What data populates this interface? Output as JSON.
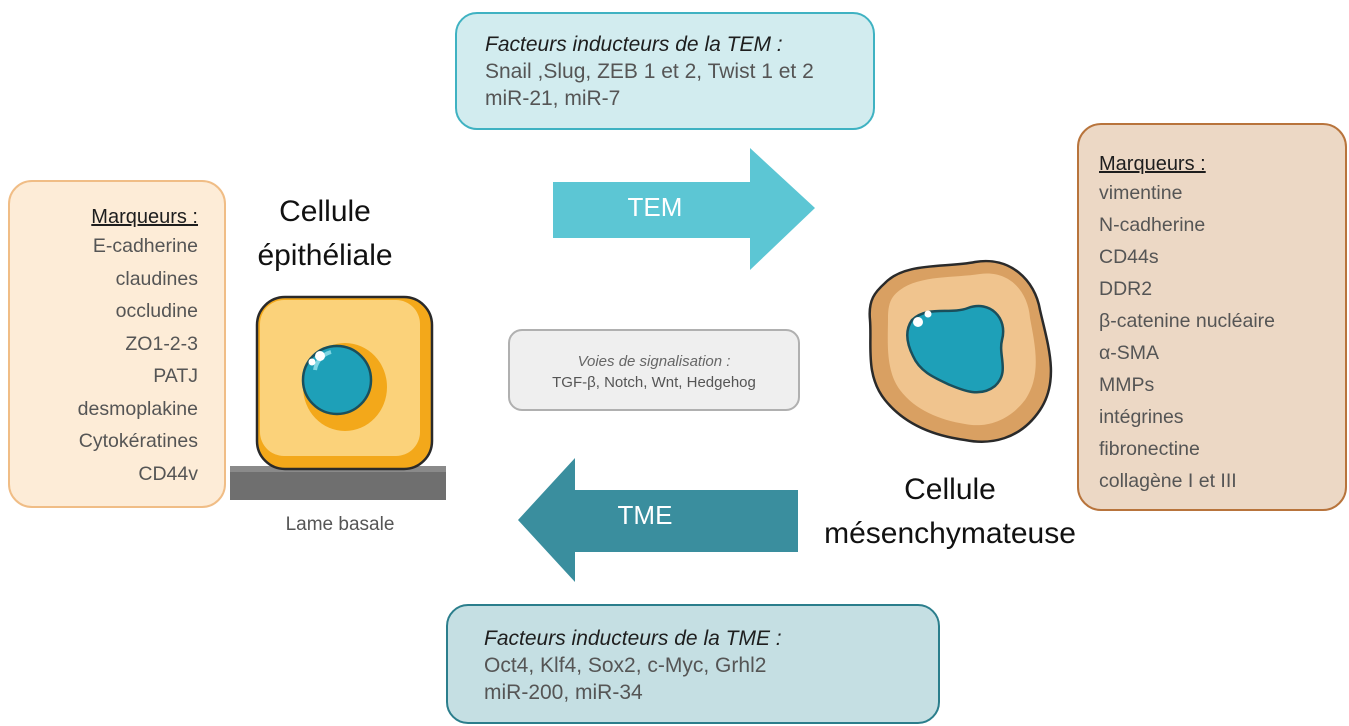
{
  "tem_factors": {
    "title": "Facteurs inducteurs de la TEM  :",
    "line1": "Snail ,Slug, ZEB 1 et 2, Twist 1 et 2",
    "line2": "miR-21, miR-7"
  },
  "tme_factors": {
    "title": "Facteurs inducteurs de la TME :",
    "line1": "Oct4, Klf4, Sox2, c-Myc, Grhl2",
    "line2": "miR-200, miR-34"
  },
  "epithelial": {
    "label_line1": "Cellule",
    "label_line2": "épithéliale",
    "markers_title": "Marqueurs :",
    "markers": [
      "E-cadherine",
      "claudines",
      "occludine",
      "ZO1-2-3",
      "PATJ",
      "desmoplakine",
      "Cytokératines",
      "CD44v"
    ],
    "basal_label": "Lame basale"
  },
  "mesenchymal": {
    "label_line1": "Cellule",
    "label_line2": "mésenchymateuse",
    "markers_title": "Marqueurs :",
    "markers": [
      "vimentine",
      "N-cadherine",
      "CD44s",
      "DDR2",
      "β-catenine nucléaire",
      "α-SMA",
      "MMPs",
      "intégrines",
      "fibronectine",
      "collagène I et III"
    ]
  },
  "signaling": {
    "title": "Voies de signalisation :",
    "line": "TGF-β, Notch, Wnt, Hedgehog"
  },
  "arrows": {
    "tem": "TEM",
    "tme": "TME"
  },
  "colors": {
    "tem_arrow": "#5cc6d4",
    "tme_arrow": "#3a8e9e",
    "epithelial_cell": "#fbcf6a",
    "mesenchymal_cell": "#d9a062",
    "nucleus": "#1ea0b8"
  }
}
